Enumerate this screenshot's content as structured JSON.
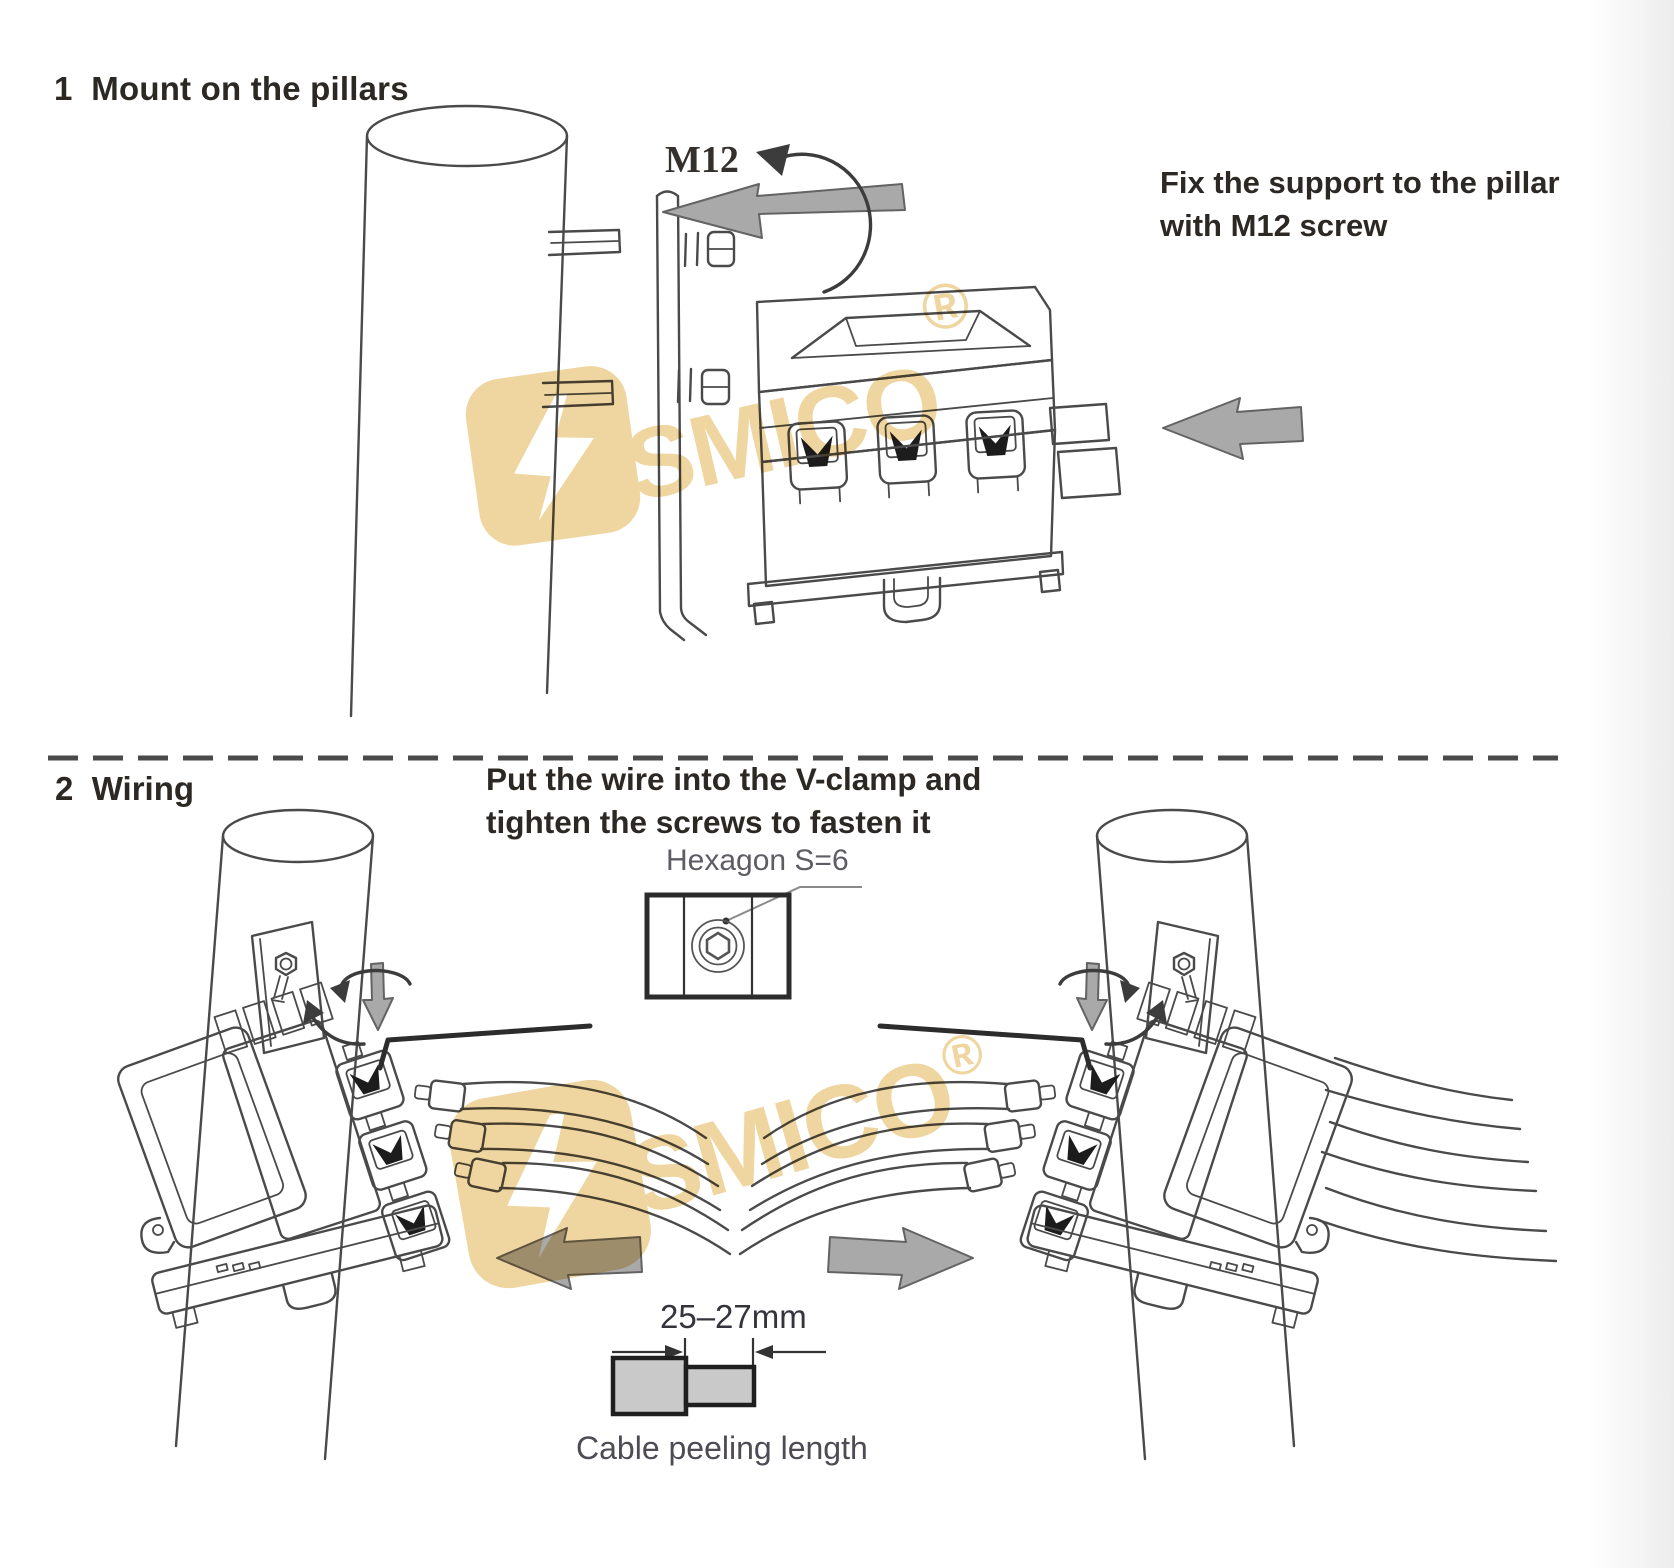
{
  "colors": {
    "line": "#4a4a4a",
    "line_dark": "#2c2c2c",
    "arrow_fill": "#a9a9a9",
    "arrow_stroke": "#636363",
    "dark_fill": "#1c1c1c",
    "watermark": "#efd5a0",
    "box_fill": "#c9c9c9",
    "text": "#2c2824",
    "text_gray": "#5f5c64"
  },
  "step1": {
    "title": "1  Mount on the pillars",
    "bolt_label": "M12",
    "note": "Fix the support to the pillar\nwith M12 screw"
  },
  "step2": {
    "title": "2  Wiring",
    "instruction": "Put the wire into the V-clamp and\ntighten the screws to fasten it",
    "tool_label": "Hexagon S=6",
    "dimension_label": "25–27mm",
    "cable_label": "Cable peeling length"
  },
  "watermark": {
    "brand": "SMICO",
    "registered": "®"
  }
}
